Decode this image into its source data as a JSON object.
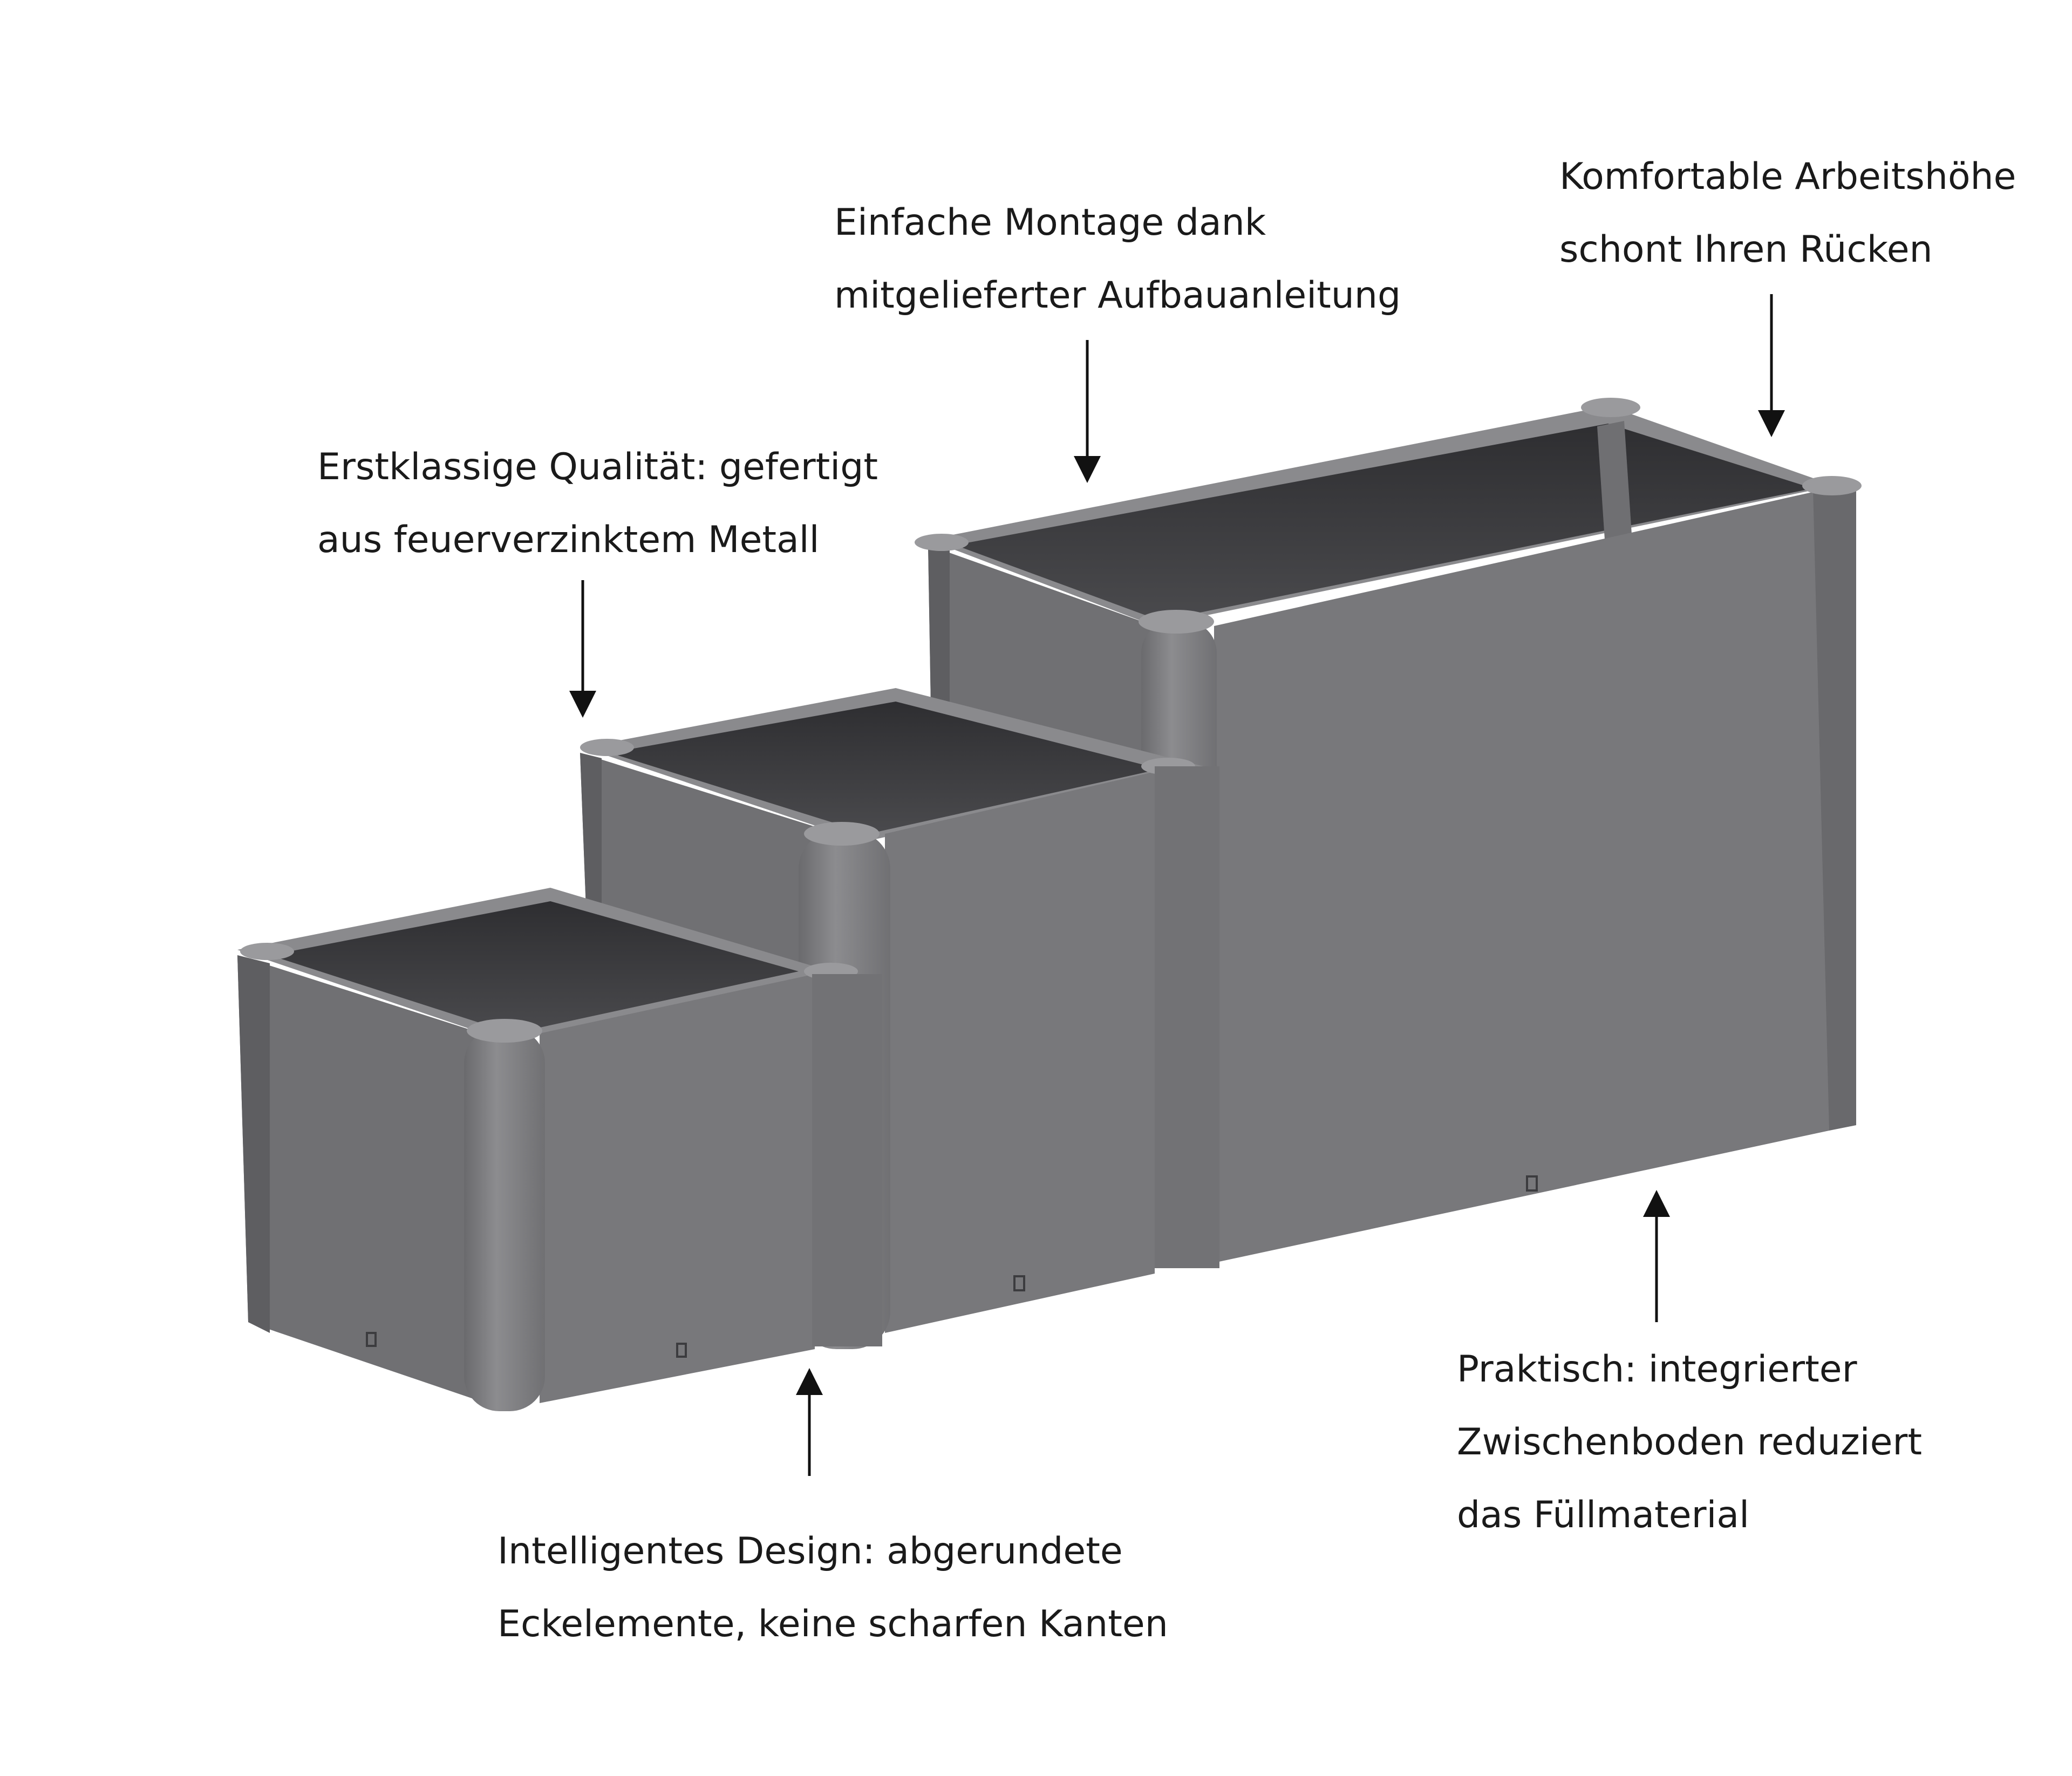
{
  "callouts": {
    "quality": {
      "line1": "Erstklassige Qualität: gefertigt",
      "line2": "aus feuerverzinktem Metall"
    },
    "assembly": {
      "line1": "Einfache Montage dank",
      "line2": "mitgelieferter Aufbauanleitung"
    },
    "height": {
      "line1": "Komfortable Arbeitshöhe",
      "line2": "schont Ihren Rücken"
    },
    "design": {
      "line1": "Intelligentes Design: abgerundete",
      "line2": "Eckelemente, keine scharfen Kanten"
    },
    "floor": {
      "line1": "Praktisch: integrierter",
      "line2": "Zwischenboden reduziert",
      "line3": "das Füllmaterial"
    }
  },
  "colors": {
    "metal_front": "#77777a",
    "metal_shadow": "#5e5e61",
    "metal_post": "#838386",
    "interior": "#333336",
    "text": "#1a1a1a"
  }
}
